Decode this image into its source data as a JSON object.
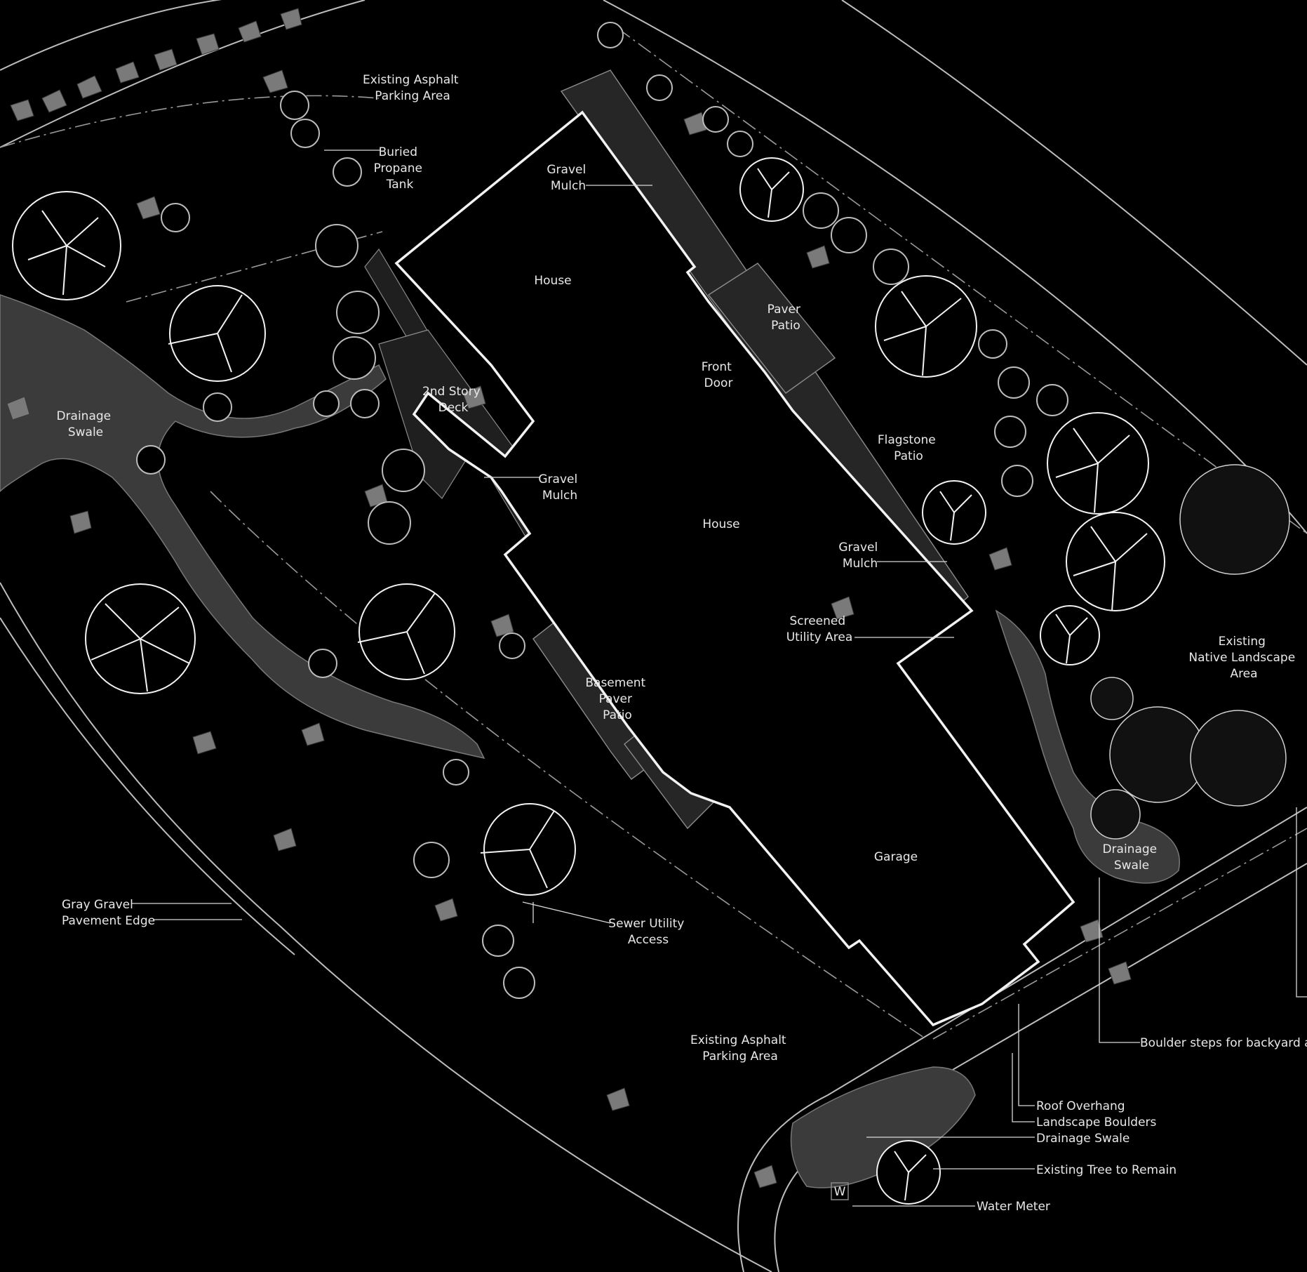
{
  "labels": {
    "asphalt_top": [
      "Existing Asphalt",
      "Parking Area"
    ],
    "asphalt_bottom": [
      "Existing Asphalt",
      "Parking Area"
    ],
    "propane": [
      "Buried",
      "Propane",
      "Tank"
    ],
    "gravel_top": [
      "Gravel",
      "Mulch"
    ],
    "gravel_mid": [
      "Gravel",
      "Mulch"
    ],
    "gravel_right": [
      "Gravel",
      "Mulch"
    ],
    "house_top": "House",
    "house_mid": "House",
    "paver_patio": [
      "Paver",
      "Patio"
    ],
    "front_door": [
      "Front",
      "Door"
    ],
    "deck": [
      "2nd Story",
      "Deck"
    ],
    "drainage_left": [
      "Drainage",
      "Swale"
    ],
    "drainage_right": [
      "Drainage",
      "Swale"
    ],
    "flagstone": [
      "Flagstone",
      "Patio"
    ],
    "screened": [
      "Screened",
      "Utility Area"
    ],
    "native": [
      "Existing",
      "Native Landscape",
      "Area"
    ],
    "basement": [
      "Basement",
      "Paver",
      "Patio"
    ],
    "garage": "Garage",
    "sewer": [
      "Sewer Utility",
      "Access"
    ],
    "gray_gravel": "Gray Gravel",
    "pavement_edge": "Pavement Edge",
    "boulder_steps": "Boulder steps for backyard ac",
    "roof_overhang": "Roof Overhang",
    "landscape_boulders": "Landscape Boulders",
    "drainage_swale_key": "Drainage Swale",
    "existing_tree": "Existing Tree to Remain",
    "water_meter": "Water Meter",
    "meter_mark": "W"
  },
  "icons": {
    "tree": "deciduous-tree-icon",
    "shrub": "shrub-icon",
    "boulder": "boulder-icon"
  },
  "colors": {
    "background": "#000000",
    "linework": "#f2f2f2",
    "planting_gray": "#7a7a7a"
  }
}
